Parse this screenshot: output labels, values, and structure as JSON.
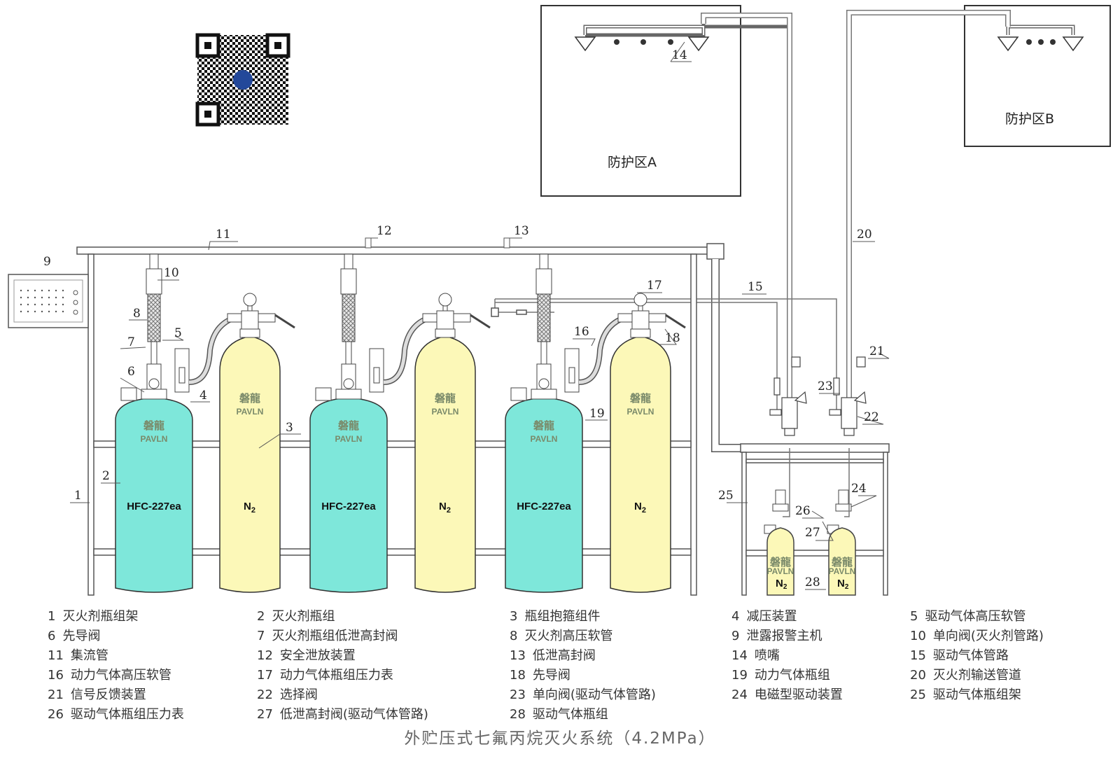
{
  "title": "外贮压式七氟丙烷灭火系统（4.2MPa）",
  "zones": {
    "a": "防护区A",
    "b": "防护区B"
  },
  "cylinder_labels": {
    "agent": "HFC-227ea",
    "nitrogen_base": "N",
    "nitrogen_sub": "2",
    "brand_cn": "磐龍",
    "brand_en": "PAVLN"
  },
  "colors": {
    "agent_fill": "#7ee7da",
    "nitrogen_fill": "#fcf8b8",
    "brand_text": "#7a8a6a",
    "line": "#555555"
  },
  "callouts": [
    "1",
    "2",
    "3",
    "4",
    "5",
    "6",
    "7",
    "8",
    "9",
    "10",
    "11",
    "12",
    "13",
    "14",
    "15",
    "16",
    "17",
    "18",
    "19",
    "20",
    "21",
    "22",
    "23",
    "24",
    "25",
    "26",
    "27",
    "28"
  ],
  "legend": [
    {
      "num": "1",
      "text": "灭火剂瓶组架"
    },
    {
      "num": "2",
      "text": "灭火剂瓶组"
    },
    {
      "num": "3",
      "text": "瓶组抱箍组件"
    },
    {
      "num": "4",
      "text": "减压装置"
    },
    {
      "num": "5",
      "text": "驱动气体高压软管"
    },
    {
      "num": "6",
      "text": "先导阀"
    },
    {
      "num": "7",
      "text": "灭火剂瓶组低泄高封阀"
    },
    {
      "num": "8",
      "text": "灭火剂高压软管"
    },
    {
      "num": "9",
      "text": "泄露报警主机"
    },
    {
      "num": "10",
      "text": "单向阀(灭火剂管路)"
    },
    {
      "num": "11",
      "text": "集流管"
    },
    {
      "num": "12",
      "text": "安全泄放装置"
    },
    {
      "num": "13",
      "text": "低泄高封阀"
    },
    {
      "num": "14",
      "text": "喷嘴"
    },
    {
      "num": "15",
      "text": "驱动气体管路"
    },
    {
      "num": "16",
      "text": "动力气体高压软管"
    },
    {
      "num": "17",
      "text": "动力气体瓶组压力表"
    },
    {
      "num": "18",
      "text": "先导阀"
    },
    {
      "num": "19",
      "text": "动力气体瓶组"
    },
    {
      "num": "20",
      "text": "灭火剂输送管道"
    },
    {
      "num": "21",
      "text": "信号反馈装置"
    },
    {
      "num": "22",
      "text": "选择阀"
    },
    {
      "num": "23",
      "text": "单向阀(驱动气体管路)"
    },
    {
      "num": "24",
      "text": "电磁型驱动装置"
    },
    {
      "num": "25",
      "text": "驱动气体瓶组架"
    },
    {
      "num": "26",
      "text": "驱动气体瓶组压力表"
    },
    {
      "num": "27",
      "text": "低泄高封阀(驱动气体管路)"
    },
    {
      "num": "28",
      "text": "驱动气体瓶组"
    }
  ]
}
